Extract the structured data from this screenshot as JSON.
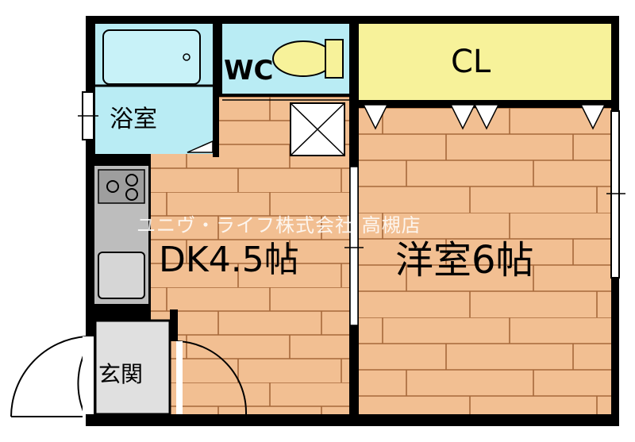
{
  "rooms": {
    "wc": "WC",
    "closet": "CL",
    "bath": "浴室",
    "dining_kitchen": "DK4.5帖",
    "western_room": "洋室6帖",
    "entrance": "玄関"
  },
  "watermark": "ユニヴ・ライフ株式会社 高槻店",
  "colors": {
    "wall": "#000000",
    "floor": "#f2bf92",
    "floor_line": "#a6683a",
    "bath_tile": "#b9ecf4",
    "closet": "#f7f29a",
    "kitchen_counter": "#bdbdbd",
    "entrance_floor": "#e0e0e0"
  }
}
